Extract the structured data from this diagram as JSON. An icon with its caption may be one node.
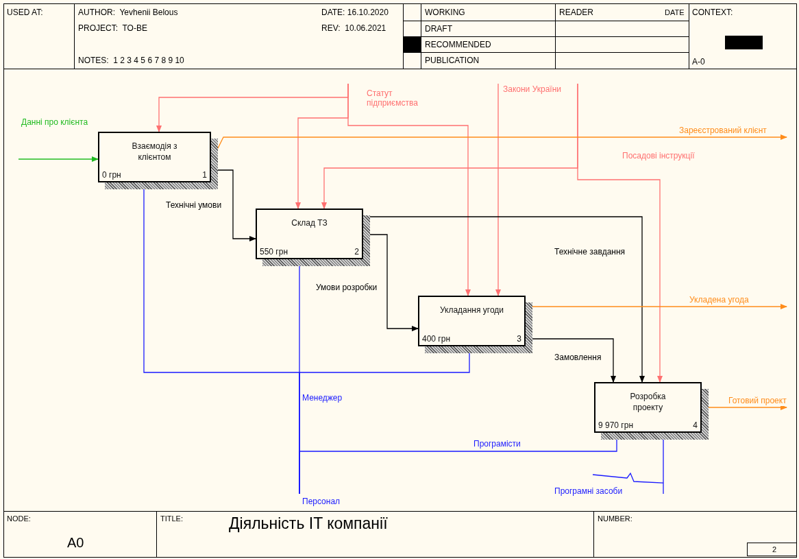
{
  "diagram": {
    "title": "Діяльність IT компанії",
    "nodes": [
      {
        "text": [
          "Взаємодія з клієнтом",
          "0 грн",
          "1"
        ]
      },
      {
        "text": [
          "Склад ТЗ",
          "550 грн",
          "2"
        ]
      },
      {
        "text": [
          "Укладання угоди",
          "400 грн",
          "3"
        ]
      },
      {
        "text": [
          "Розробка проекту",
          "9 970 грн",
          "4"
        ]
      }
    ],
    "edges": [
      {
        "from": null,
        "to": 0,
        "arrow": "to",
        "label": "Данні про клієнта",
        "color": "#22bb22"
      },
      {
        "from": null,
        "to": 0,
        "arrow": "to",
        "label": "Статут підприємства",
        "color": "#ff7070"
      },
      {
        "from": null,
        "to": 1,
        "arrow": "to",
        "color": "#ff7070"
      },
      {
        "from": null,
        "to": 2,
        "arrow": "to",
        "color": "#ff7070"
      },
      {
        "from": null,
        "to": 2,
        "arrow": "to",
        "label": "Закони України",
        "color": "#ff7070"
      },
      {
        "from": null,
        "to": 1,
        "arrow": "to",
        "color": "#ff7070"
      },
      {
        "from": null,
        "to": 3,
        "arrow": "to",
        "label": "Посадові інструкції",
        "color": "#ff7070"
      },
      {
        "from": 0,
        "to": null,
        "arrow": "to",
        "label": "Зареєстрований клієнт",
        "color": "#ff8c1a"
      },
      {
        "from": 0,
        "to": 1,
        "arrow": "to",
        "label": "Технічні умови",
        "color": "#000000"
      },
      {
        "from": 1,
        "to": 2,
        "arrow": "to",
        "label": "Умови розробки",
        "color": "#000000"
      },
      {
        "from": 1,
        "to": 3,
        "arrow": "to",
        "label": "Технічне завдання",
        "color": "#000000"
      },
      {
        "from": 2,
        "to": null,
        "arrow": "to",
        "label": "Укладена угода",
        "color": "#ff8c1a"
      },
      {
        "from": 2,
        "to": 3,
        "arrow": "to",
        "label": "Замовлення",
        "color": "#000000"
      },
      {
        "from": 3,
        "to": null,
        "arrow": "to",
        "label": "Готовий проект",
        "color": "#ff8c1a"
      },
      {
        "from": null,
        "to": 0,
        "arrow": "to",
        "label": "Менеджер",
        "color": "#1a1aff"
      },
      {
        "from": null,
        "to": 1,
        "arrow": "to",
        "label": "Персонал",
        "color": "#1a1aff"
      },
      {
        "from": null,
        "to": 2,
        "arrow": "to",
        "color": "#1a1aff"
      },
      {
        "from": null,
        "to": 3,
        "arrow": "to",
        "label": "Програмісти",
        "color": "#1a1aff"
      },
      {
        "from": null,
        "to": 3,
        "arrow": "to",
        "label": "Програмні засоби",
        "color": "#1a1aff"
      }
    ],
    "labels": [
      "USED AT:",
      "AUTHOR:  Yevhenii Belous",
      "DATE: 16.10.2020",
      "WORKING",
      "READER",
      "DATE",
      "CONTEXT:",
      "PROJECT:  TO-BE",
      "REV:  10.06.2021",
      "DRAFT",
      "RECOMMENDED",
      "NOTES:  1 2 3 4 5 6 7 8 9 10",
      "PUBLICATION",
      "A-0",
      "NODE:",
      "TITLE:",
      "NUMBER:",
      "A0",
      "2"
    ]
  }
}
